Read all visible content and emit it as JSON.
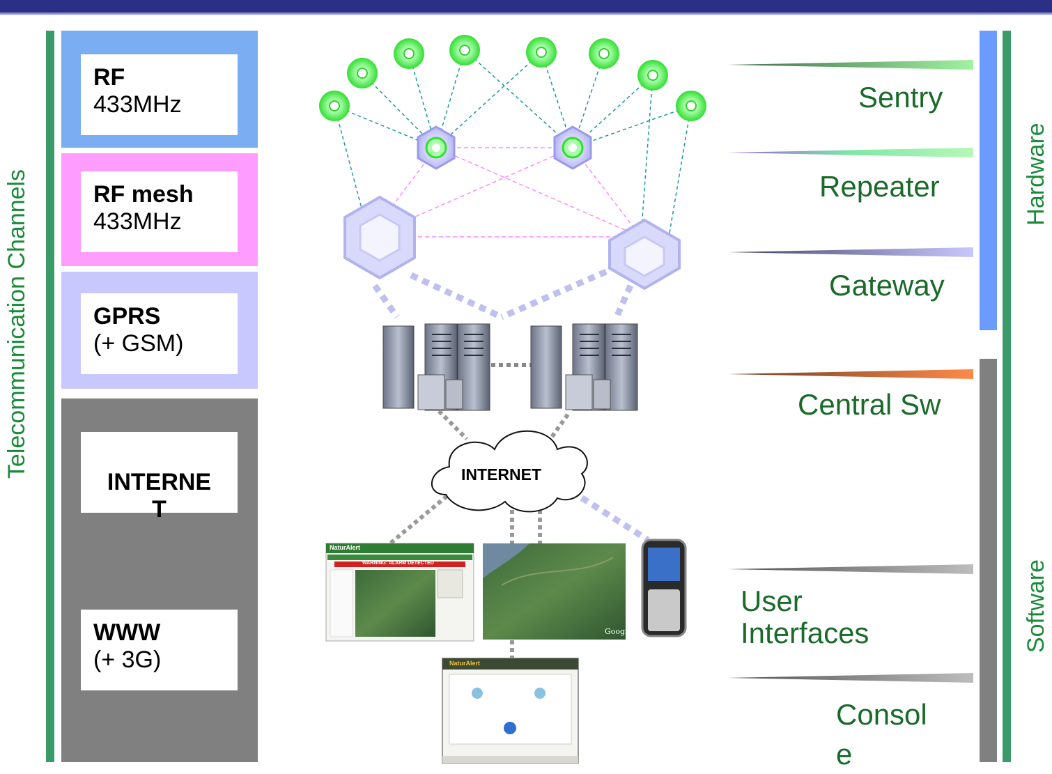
{
  "header_colors": {
    "bar": "#2b2f86",
    "highlight": "#8f93d8"
  },
  "left_axis": {
    "label": "Telecommunication Channels"
  },
  "channels": [
    {
      "title": "RF",
      "subtitle": "433MHz",
      "band_color": "#7aadf2"
    },
    {
      "title": "RF mesh",
      "subtitle": "433MHz",
      "band_color": "#ff9cff"
    },
    {
      "title": "GPRS",
      "subtitle": "(+ GSM)",
      "band_color": "#c8c8ff"
    },
    {
      "title": "INTERNE\nT",
      "subtitle": "",
      "band_color": "#808080"
    },
    {
      "title": "WWW",
      "subtitle": "(+ 3G)",
      "band_color": "#808080"
    }
  ],
  "right_axis": {
    "hardware_label": "Hardware",
    "software_label": "Software",
    "hardware_color": "#6b9bff",
    "software_color": "#808080"
  },
  "components": [
    {
      "label": "Sentry"
    },
    {
      "label": "Repeater"
    },
    {
      "label": "Gateway"
    },
    {
      "label": "Central Sw"
    },
    {
      "label": "User\nInterfaces"
    },
    {
      "label": "Consol\ne"
    }
  ],
  "network": {
    "cloud_label": "INTERNET"
  },
  "screens": {
    "app_brand": "NaturAlert",
    "alarm_text": "WARNING: ALARM DETECTED",
    "console_brand": "NaturAlert",
    "map_watermark": "Google"
  }
}
